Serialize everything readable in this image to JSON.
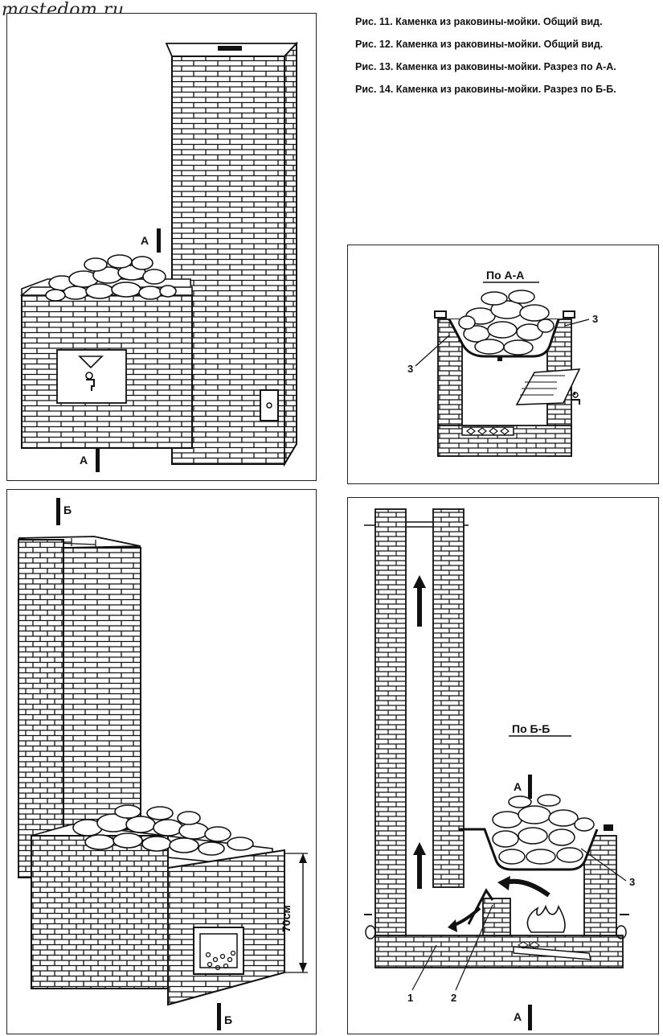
{
  "watermark": "mastedom.ru",
  "captions": [
    "Рис. 11. Каменка из раковины-мойки. Общий вид.",
    "Рис. 12. Каменка из раковины-мойки. Общий вид.",
    "Рис. 13. Каменка из раковины-мойки. Разрез по А-А.",
    "Рис. 14. Каменка из раковины-мойки. Разрез по Б-Б."
  ],
  "fig11": {
    "section_top": "А",
    "section_bottom": "А"
  },
  "fig12": {
    "section_top": "Б",
    "section_bottom": "Б",
    "dimension": "70см"
  },
  "fig13": {
    "title": "По А-А",
    "label_left": "3",
    "label_right": "3"
  },
  "fig14": {
    "title": "По Б-Б",
    "section_top": "А",
    "section_bottom": "А",
    "label_1": "1",
    "label_2": "2",
    "label_3": "3"
  }
}
